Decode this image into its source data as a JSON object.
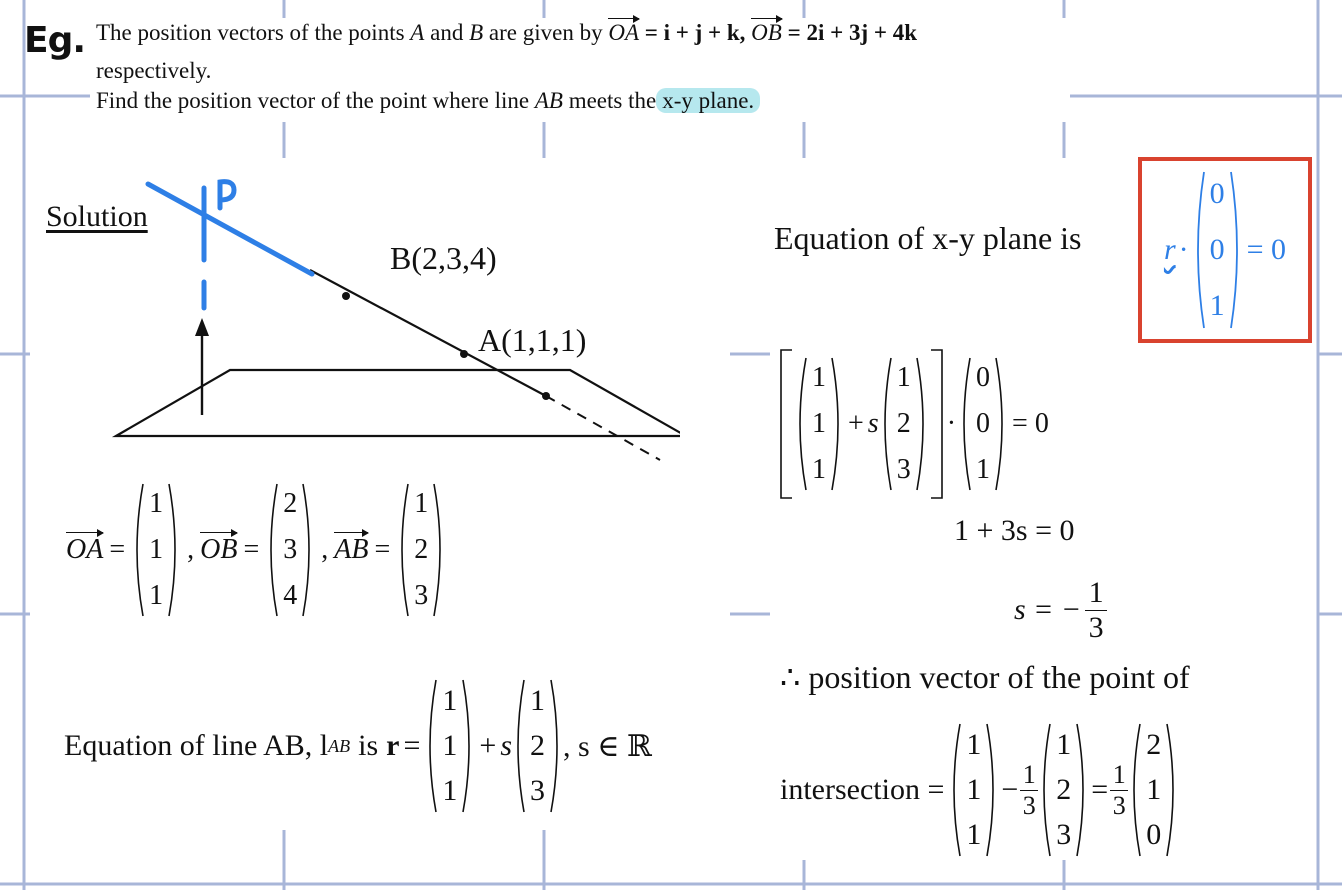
{
  "eg_label": "Eg.",
  "question": {
    "line1_prefix": "The position vectors of the points",
    "A": "A",
    "and": "and",
    "B": "B",
    "line1_mid": "are given by",
    "OA": "OA",
    "OA_eq": "= i + j + k,",
    "OB": "OB",
    "OB_eq": "= 2i + 3j + 4k",
    "line2": "respectively.",
    "line3_prefix": "Find the position vector of the point where line",
    "AB": "AB",
    "line3_mid": "meets the",
    "plane_phrase": "x-y plane."
  },
  "solution_label": "Solution",
  "annotation_P": "P",
  "diagram": {
    "B_label": "B(2,3,4)",
    "A_label": "A(1,1,1)"
  },
  "vectors_row": {
    "OA": "OA",
    "OA_vals": [
      "1",
      "1",
      "1"
    ],
    "OB": "OB",
    "OB_vals": [
      "2",
      "3",
      "4"
    ],
    "AB": "AB",
    "AB_vals": [
      "1",
      "2",
      "3"
    ]
  },
  "line_eq": {
    "prefix": "Equation of line AB, l",
    "sub": "AB",
    "is": "is",
    "r": "r",
    "v1": [
      "1",
      "1",
      "1"
    ],
    "s": "s",
    "v2": [
      "1",
      "2",
      "3"
    ],
    "domain": ", s ∈ ℝ"
  },
  "plane_eq": {
    "text": "Equation of x-y plane is",
    "r": "r",
    "n": [
      "0",
      "0",
      "1"
    ],
    "rhs": "= 0"
  },
  "work": {
    "v1": [
      "1",
      "1",
      "1"
    ],
    "s": "s",
    "v2": [
      "1",
      "2",
      "3"
    ],
    "n": [
      "0",
      "0",
      "1"
    ],
    "rhs": "= 0",
    "step2": "1 + 3s = 0",
    "step3_lhs": "s = −",
    "step3_num": "1",
    "step3_den": "3",
    "conclusion": "∴ position vector of the point of",
    "intersection": "intersection =",
    "i_v1": [
      "1",
      "1",
      "1"
    ],
    "frac_num": "1",
    "frac_den": "3",
    "i_v2": [
      "1",
      "2",
      "3"
    ],
    "i_v3": [
      "2",
      "1",
      "0"
    ]
  },
  "colors": {
    "blue_ink": "#2e7fe6",
    "highlight": "#b6e8ee",
    "red_box": "#d9432f",
    "grid": "#a8b6d8"
  }
}
